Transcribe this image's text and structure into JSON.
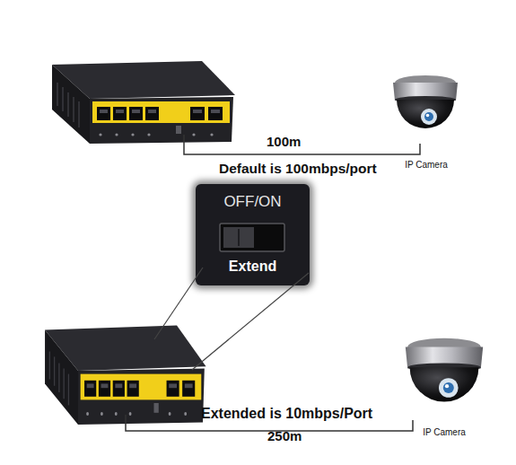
{
  "diagram": {
    "nodes": [
      {
        "text": [
          "OFF/ON",
          "Extend"
        ]
      },
      {
        "text": [
          "IP Camera"
        ]
      },
      {
        "text": [
          "IP Camera"
        ]
      }
    ],
    "labels": [
      "100m",
      "Default is 100mbps/port",
      "Extended is 10mbps/Port",
      "250m"
    ]
  }
}
